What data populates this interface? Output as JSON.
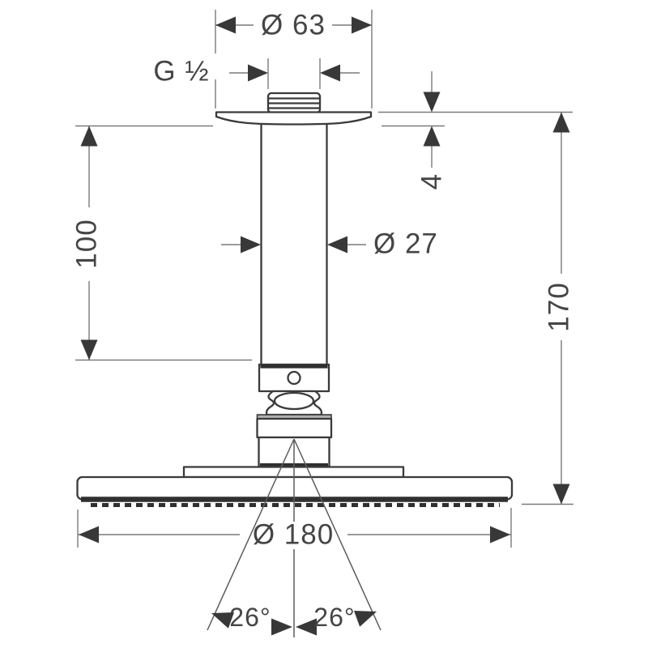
{
  "drawing": {
    "kind": "technical dimension drawing - ceiling mounted overhead shower",
    "labels": {
      "flange_diameter": "Ø 63",
      "thread_size": "G ½",
      "flange_height": "4",
      "arm_length": "100",
      "arm_diameter": "Ø 27",
      "overall_height": "170",
      "head_diameter": "Ø 180",
      "spray_angle_left": "26°",
      "spray_angle_right": "26°"
    },
    "colors": {
      "background": "#ffffff",
      "outline": "#3a3a3a",
      "dimension_line": "#7a7a7a",
      "arrow": "#383838",
      "text": "#454545",
      "joint_band": "#b0b0b0"
    }
  }
}
